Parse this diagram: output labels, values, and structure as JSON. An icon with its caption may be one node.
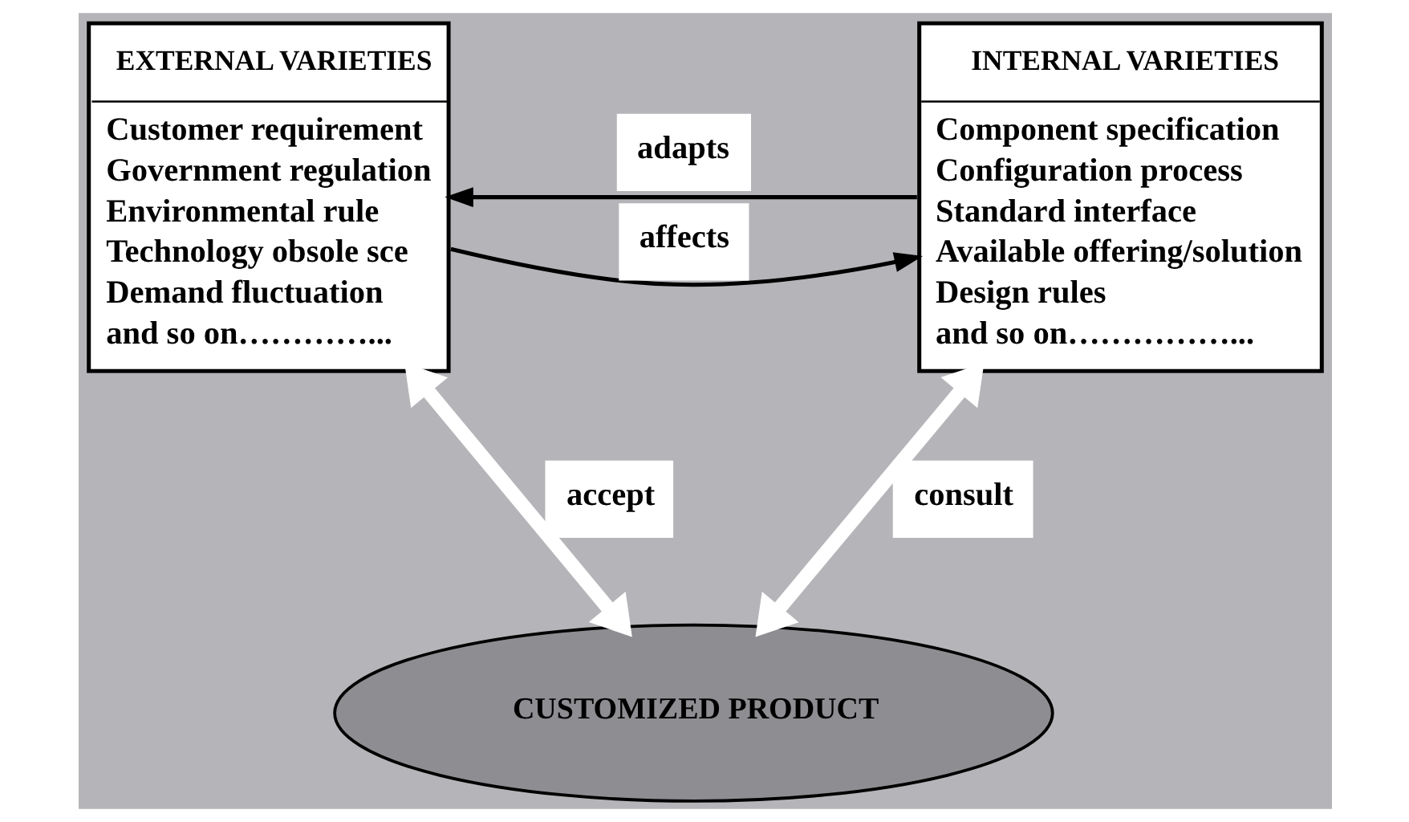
{
  "diagram": {
    "nodes": [
      {
        "text": [
          "EXTERNAL VARIETIES",
          "Customer requirement",
          "Government regulation",
          "Environmental rule",
          "Technology obsole sce",
          "Demand fluctuation",
          "and so on…………..."
        ]
      },
      {
        "text": [
          "INTERNAL VARIETIES",
          "Component specification",
          "Configuration process",
          "Standard interface",
          "Available offering/solution",
          "Design rules",
          "and so on……………..."
        ]
      },
      {
        "text": [
          "CUSTOMIZED PRODUCT"
        ]
      }
    ],
    "edges": [
      {
        "from": 0,
        "to": 1,
        "arrow": "to",
        "label": "affects"
      },
      {
        "from": 1,
        "to": 0,
        "arrow": "to",
        "label": "adapts"
      },
      {
        "from": 0,
        "to": 2,
        "arrow": "both",
        "label": "accept",
        "style": "thick",
        "color": "#ffffff"
      },
      {
        "from": 1,
        "to": 2,
        "arrow": "both",
        "label": "consult",
        "style": "thick",
        "color": "#ffffff"
      }
    ]
  }
}
